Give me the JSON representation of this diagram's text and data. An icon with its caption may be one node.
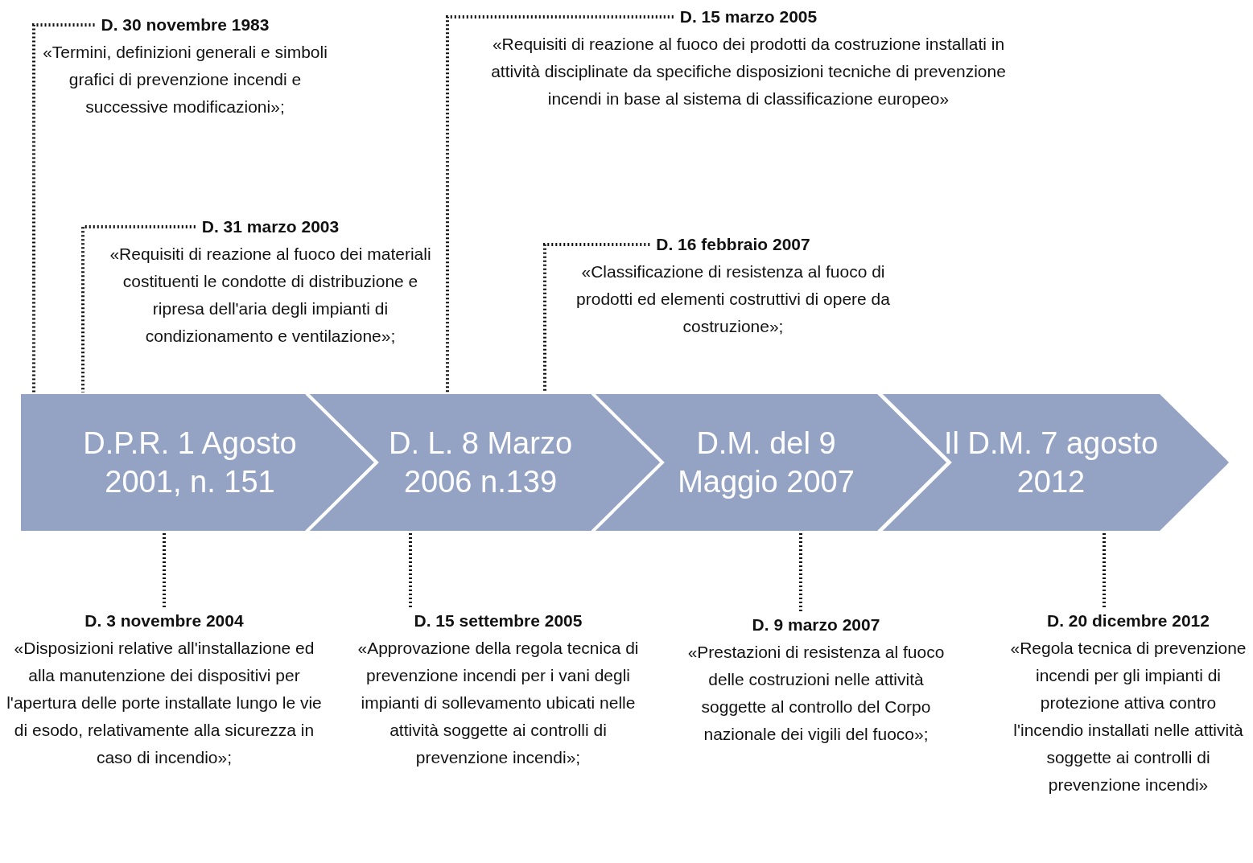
{
  "diagram": {
    "nodes": [
      {
        "text": [
          "D. 30 novembre 1983",
          "«Termini, definizioni generali e simboli grafici di prevenzione incendi e successive modificazioni»;"
        ]
      },
      {
        "text": [
          "D. 15 marzo 2005",
          "«Requisiti di reazione al fuoco dei prodotti da costruzione installati in attività disciplinate da specifiche disposizioni tecniche di prevenzione incendi in base al sistema di classificazione europeo»"
        ]
      },
      {
        "text": [
          "D. 31 marzo 2003",
          "«Requisiti di reazione al fuoco dei materiali costituenti le condotte di distribuzione e ripresa dell'aria degli impianti di condizionamento e ventilazione»;"
        ]
      },
      {
        "text": [
          "D. 16 febbraio 2007",
          "«Classificazione di resistenza al fuoco di prodotti ed elementi costruttivi di opere da costruzione»;"
        ]
      },
      {
        "text": [
          "D.P.R. 1 Agosto 2001, n. 151"
        ]
      },
      {
        "text": [
          "D. L. 8 Marzo 2006 n.139"
        ]
      },
      {
        "text": [
          "D.M. del 9 Maggio 2007"
        ]
      },
      {
        "text": [
          "Il D.M. 7 agosto 2012"
        ]
      },
      {
        "text": [
          "D. 3 novembre 2004",
          "«Disposizioni relative all'installazione ed alla manutenzione dei dispositivi per l'apertura delle porte installate lungo le vie di esodo, relativamente alla sicurezza in caso di incendio»;"
        ]
      },
      {
        "text": [
          "D. 15 settembre 2005",
          "«Approvazione della regola tecnica di prevenzione incendi per i vani degli impianti di sollevamento ubicati nelle attività soggette ai controlli di prevenzione incendi»;"
        ]
      },
      {
        "text": [
          "D. 9 marzo 2007",
          "«Prestazioni di resistenza al fuoco delle costruzioni nelle attività soggette al controllo del Corpo nazionale dei vigili del fuoco»;"
        ]
      },
      {
        "text": [
          "D. 20 dicembre 2012",
          "«Regola tecnica di prevenzione incendi per gli impianti di protezione attiva contro l'incendio installati nelle attività soggette ai controlli di prevenzione incendi»"
        ]
      }
    ],
    "edges": [
      {
        "from": 0,
        "to": 4,
        "arrow": "none",
        "style": "dashed"
      },
      {
        "from": 2,
        "to": 4,
        "arrow": "none",
        "style": "dashed"
      },
      {
        "from": 1,
        "to": 5,
        "arrow": "none",
        "style": "dashed"
      },
      {
        "from": 3,
        "to": 5,
        "arrow": "none",
        "style": "dashed"
      },
      {
        "from": 8,
        "to": 4,
        "arrow": "none",
        "style": "dashed"
      },
      {
        "from": 9,
        "to": 5,
        "arrow": "none",
        "style": "dashed"
      },
      {
        "from": 10,
        "to": 6,
        "arrow": "none",
        "style": "dashed"
      },
      {
        "from": 11,
        "to": 7,
        "arrow": "none",
        "style": "dashed"
      }
    ]
  }
}
